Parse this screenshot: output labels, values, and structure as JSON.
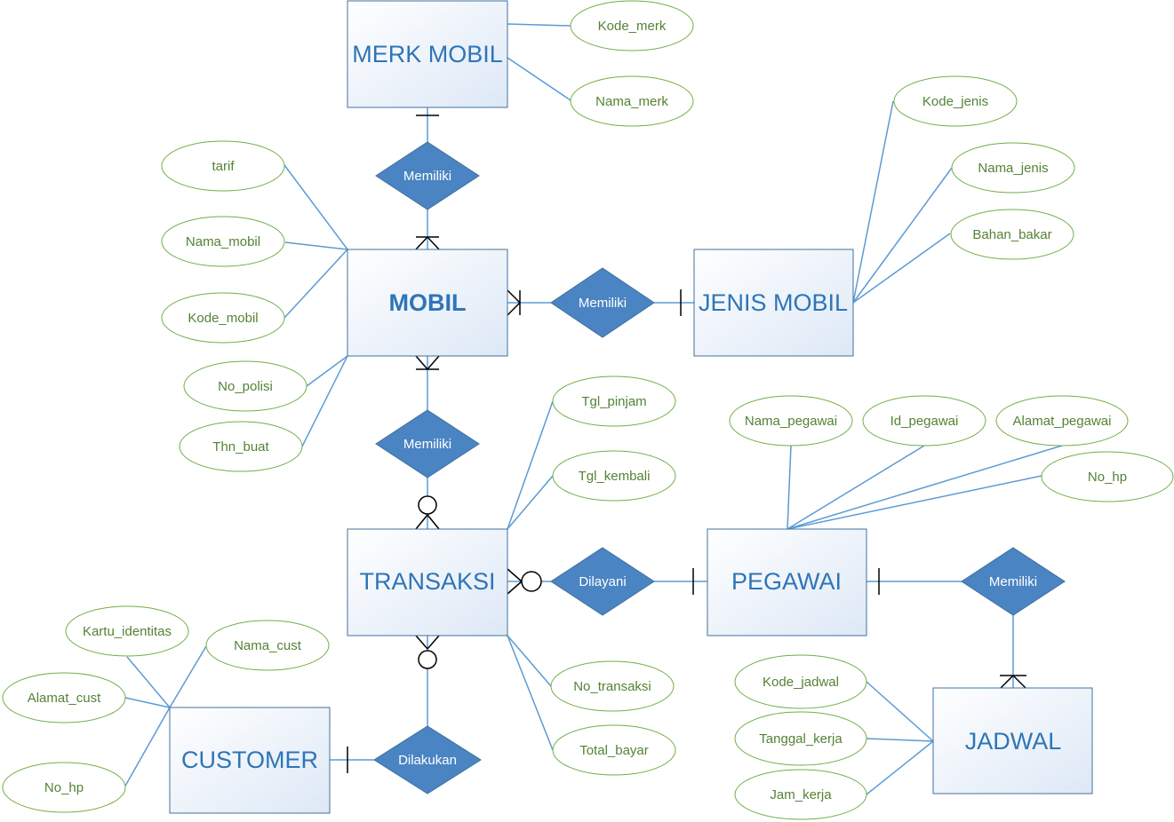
{
  "entities": {
    "merk_mobil": "MERK MOBIL",
    "mobil": "MOBIL",
    "jenis_mobil": "JENIS MOBIL",
    "transaksi": "TRANSAKSI",
    "pegawai": "PEGAWAI",
    "customer": "CUSTOMER",
    "jadwal": "JADWAL"
  },
  "relationships": {
    "merk_mobil_rel": "Memiliki",
    "jenis_mobil_rel": "Memiliki",
    "transaksi_mobil_rel": "Memiliki",
    "pegawai_transaksi_rel": "Dilayani",
    "customer_transaksi_rel": "Dilakukan",
    "pegawai_jadwal_rel": "Memiliki"
  },
  "attributes": {
    "merk_mobil": [
      "Kode_merk",
      "Nama_merk"
    ],
    "mobil": [
      "tarif",
      "Nama_mobil",
      "Kode_mobil",
      "No_polisi",
      "Thn_buat"
    ],
    "jenis_mobil": [
      "Kode_jenis",
      "Nama_jenis",
      "Bahan_bakar"
    ],
    "transaksi": [
      "Tgl_pinjam",
      "Tgl_kembali",
      "No_transaksi",
      "Total_bayar"
    ],
    "pegawai": [
      "Nama_pegawai",
      "Id_pegawai",
      "Alamat_pegawai",
      "No_hp"
    ],
    "customer": [
      "Kartu_identitas",
      "Nama_cust",
      "Alamat_cust",
      "No_hp"
    ],
    "jadwal": [
      "Kode_jadwal",
      "Tanggal_kerja",
      "Jam_kerja"
    ]
  },
  "colors": {
    "entity_text": "#2e75b6",
    "entity_border": "#41719c",
    "relationship_fill": "#4a84c2",
    "attribute_border": "#70ad47",
    "attribute_text": "#548235",
    "connector_line": "#5b9bd5"
  }
}
